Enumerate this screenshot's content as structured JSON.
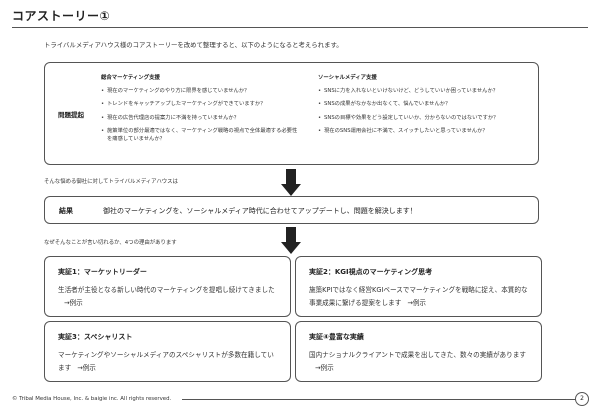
{
  "header": {
    "title": "コアストーリー①"
  },
  "intro": "トライバルメディアハウス様のコアストーリーを改めて整理すると、以下のようになると考えられます。",
  "problem": {
    "heading": "問題提起",
    "left": {
      "heading": "総合マーケティング支援",
      "items": [
        "現在のマーケティングのやり方に限界を感じていませんか？",
        "トレンドをキャッチアップしたマーケティングができていますか？",
        "現在の広告代理店の提案力に不満を持っていませんか？",
        "施策単位の部分最適ではなく、マーケティング戦略の視点で全体最適する必要性を痛感していませんか？"
      ]
    },
    "right": {
      "heading": "ソーシャルメディア支援",
      "items": [
        "SNSに力を入れないといけないけど、どうしていいか困っていませんか？",
        "SNSの成果がなかなか出なくて、悩んでいませんか？",
        "SNSの目標や効果をどう設定していいか、分からないのではないですか？",
        "現在のSNS運用会社に不満で、スイッチしたいと思っていませんか？"
      ]
    }
  },
  "caption1": "そんな悩める御社に対してトライバルメディアハウスは",
  "result": {
    "label": "結果",
    "text": "御社のマーケティングを、ソーシャルメディア時代に合わせてアップデートし、問題を解決します！"
  },
  "caption2": "なぜそんなことが言い切れるか、4つの理由があります",
  "cards": [
    {
      "title": "実証1：マーケットリーダー",
      "body": "生活者が主役となる新しい時代のマーケティングを提唱し続けてきました",
      "link": "→例示"
    },
    {
      "title": "実証2：KGI視点のマーケティング思考",
      "body": "施策KPIではなく経営KGIベースでマーケティングを戦略に捉え、本質的な事業成果に繋げる提案をします",
      "link": "→例示"
    },
    {
      "title": "実証3：スペシャリスト",
      "body": "マーケティングやソーシャルメディアのスペシャリストが多数在籍しています",
      "link": "→例示"
    },
    {
      "title": "実証④豊富な実績",
      "body": "国内ナショナルクライアントで成果を出してきた、数々の実績があります",
      "link": "→例示"
    }
  ],
  "footer": {
    "copyright": "© Tribal Media House, Inc. & baigie inc. All rights reserved.",
    "page": "2"
  }
}
